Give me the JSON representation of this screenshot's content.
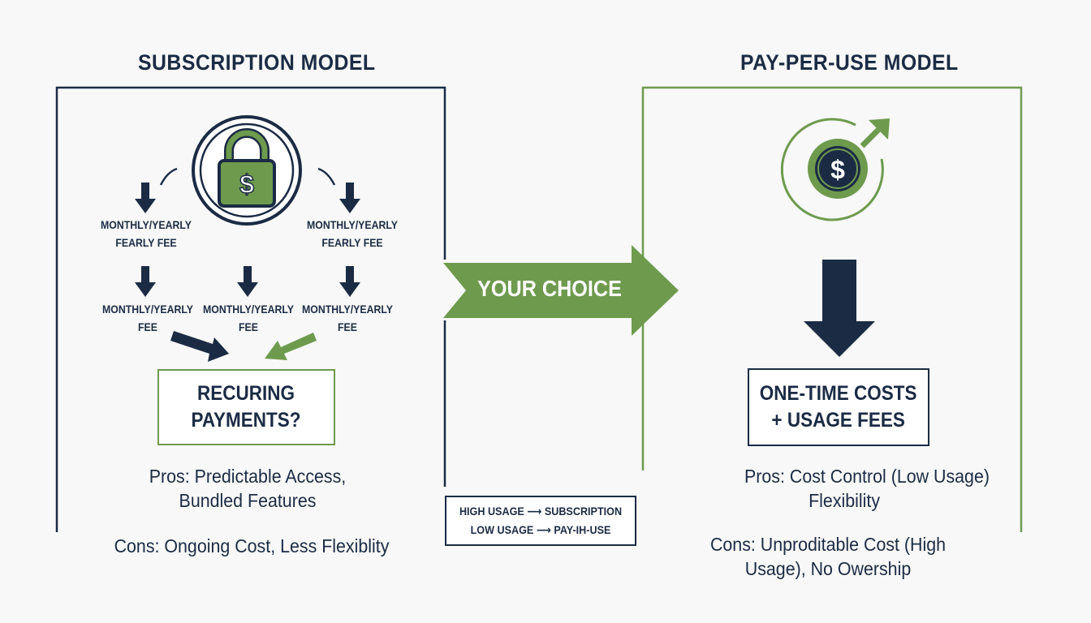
{
  "subscription": {
    "title": "SUBSCRIPTION MODEL",
    "fee_top_left": [
      "MONTHLY/YEARLY",
      "FEARLY FEE"
    ],
    "fee_top_right": [
      "MONTHLY/YEARLY",
      "FEARLY FEE"
    ],
    "fee_bottom_left": [
      "MONTHLY/YEARLY",
      "FEE"
    ],
    "fee_bottom_middle": [
      "MONTHLY/YEARLY",
      "FEE"
    ],
    "fee_bottom_right": [
      "MONTHLY/YEARLY",
      "FEE"
    ],
    "box": [
      "RECURING",
      "PAYMENTS?"
    ],
    "pros": [
      "Pros: Predictable Access,",
      "Bundled Features"
    ],
    "cons": "Cons: Ongoing Cost, Less Flexiblity"
  },
  "center": {
    "arrow_label": "YOUR CHOICE",
    "legend": [
      "HIGH USAGE ⟶ SUBSCRIPTION",
      "LOW USAGE ⟶ PAY-IH-USE"
    ]
  },
  "payperuse": {
    "title": "PAY-PER-USE MODEL",
    "box": [
      "ONE-TIME COSTS",
      "+ USAGE FEES"
    ],
    "pros": [
      "Pros: Cost Control (Low Usage)",
      "Flexibility"
    ],
    "cons": [
      "Cons: Unproditable Cost (High",
      "Usage), No Owership"
    ]
  },
  "icons": {
    "lock": "padlock-dollar-icon",
    "coin": "dollar-coin-growth-icon",
    "dollar_sign": "$"
  },
  "colors": {
    "navy": "#1b2b44",
    "green": "#6e9a4e",
    "background": "#f7f8f7"
  }
}
